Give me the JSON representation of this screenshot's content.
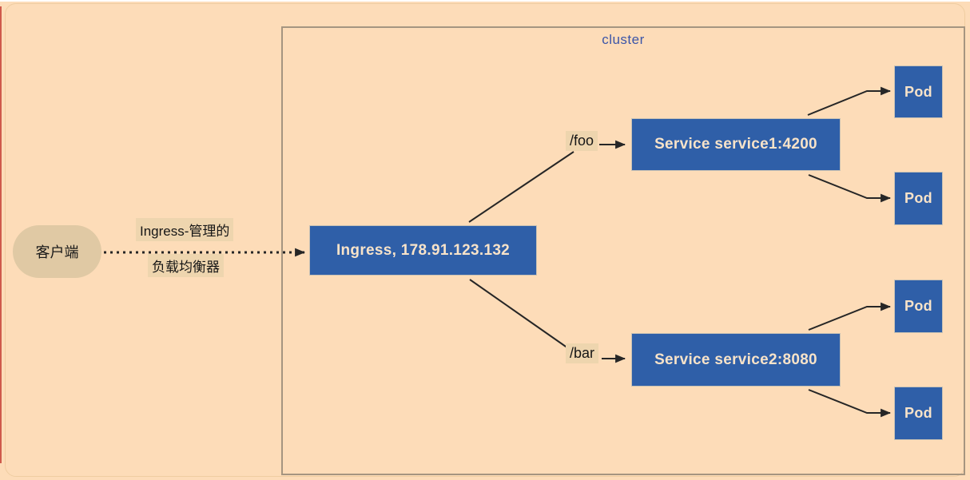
{
  "diagram": {
    "cluster": {
      "label": "cluster"
    },
    "client": {
      "label": "客户端"
    },
    "load_balancer_label": {
      "line1": "Ingress-管理的",
      "line2": "负载均衡器"
    },
    "ingress": {
      "label": "Ingress, 178.91.123.132"
    },
    "routes": {
      "foo": "/foo",
      "bar": "/bar"
    },
    "services": [
      {
        "label": "Service service1:4200"
      },
      {
        "label": "Service service2:8080"
      }
    ],
    "pods": [
      {
        "label": "Pod"
      },
      {
        "label": "Pod"
      },
      {
        "label": "Pod"
      },
      {
        "label": "Pod"
      }
    ],
    "colors": {
      "background": "#fddcb8",
      "node_fill": "#2f5fa8",
      "node_text": "#f8e3c9",
      "client_fill": "#e0c9a4",
      "cluster_border": "#a59580",
      "cluster_label_text": "#3b55a8",
      "connector": "#262626",
      "label_highlight": "#eed5ae",
      "left_accent": "#cf5a4c"
    }
  }
}
